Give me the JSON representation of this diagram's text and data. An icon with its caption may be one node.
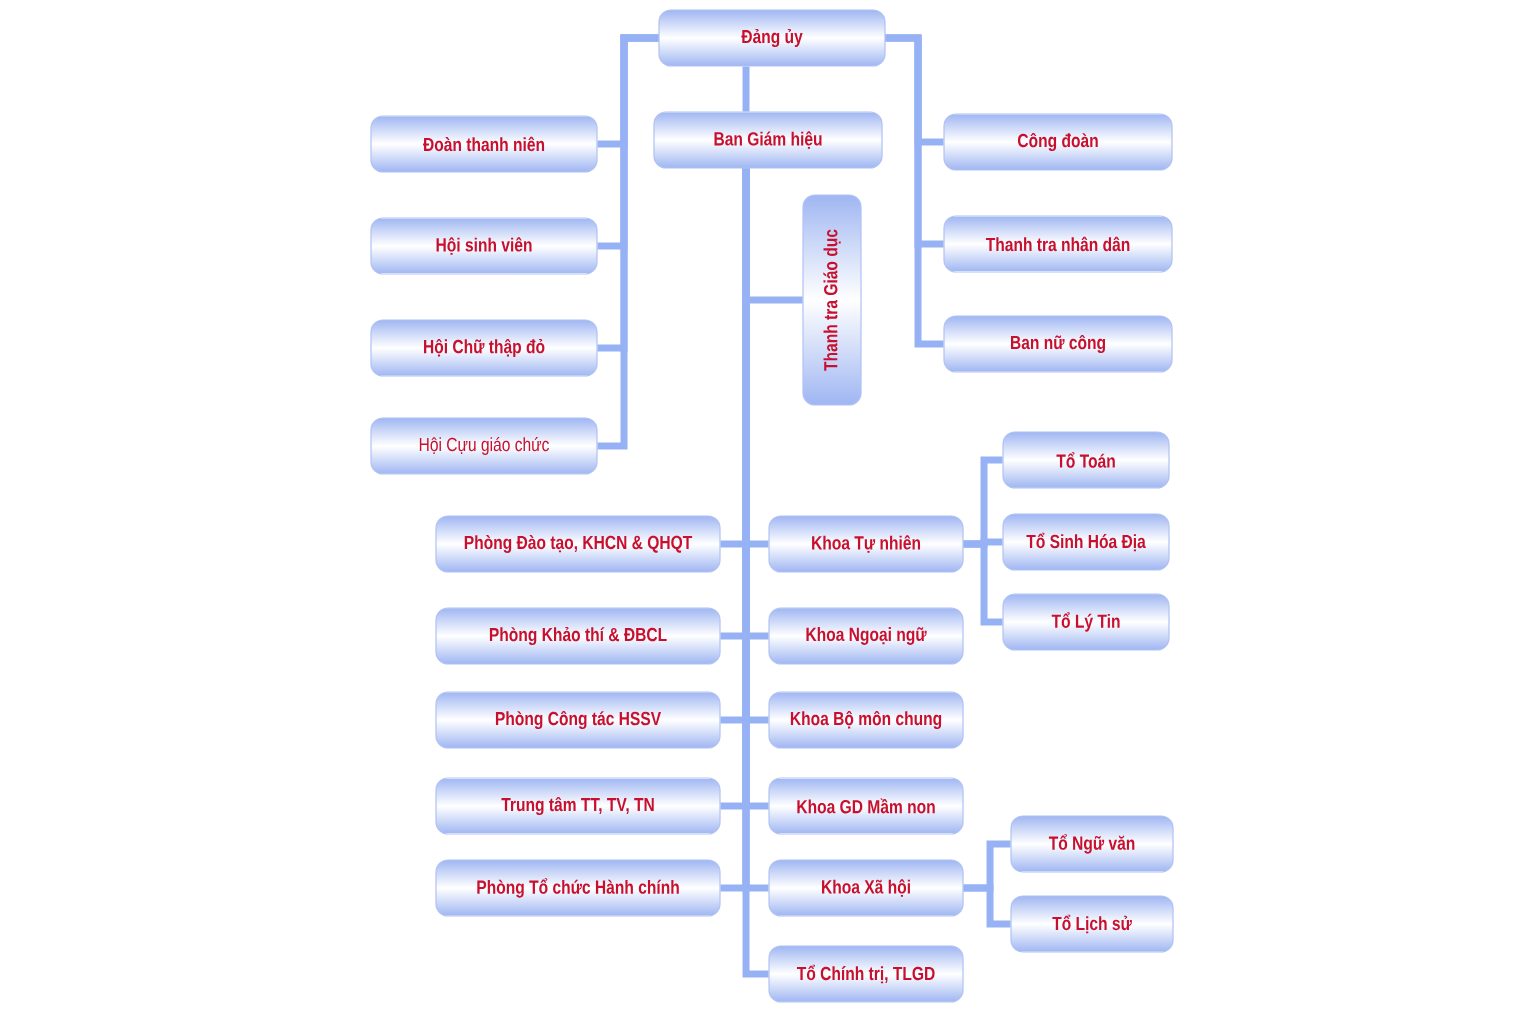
{
  "diagram": {
    "nodes": [
      {
        "text": [
          "Đảng ủy"
        ]
      },
      {
        "text": [
          "Đoàn thanh niên"
        ]
      },
      {
        "text": [
          "Ban Giám hiệu"
        ]
      },
      {
        "text": [
          "Công đoàn"
        ]
      },
      {
        "text": [
          "Hội sinh viên"
        ]
      },
      {
        "text": [
          "Thanh tra nhân dân"
        ]
      },
      {
        "text": [
          "Thanh tra Giáo dục"
        ]
      },
      {
        "text": [
          "Hội Chữ thập đỏ"
        ]
      },
      {
        "text": [
          "Ban nữ công"
        ]
      },
      {
        "text": [
          "Hội Cựu giáo chức"
        ]
      },
      {
        "text": [
          "Tổ Toán"
        ]
      },
      {
        "text": [
          "Phòng Đào tạo, KHCN & QHQT"
        ]
      },
      {
        "text": [
          "Khoa Tự nhiên"
        ]
      },
      {
        "text": [
          "Tổ Sinh Hóa Địa"
        ]
      },
      {
        "text": [
          "Tổ Lý Tin"
        ]
      },
      {
        "text": [
          "Phòng Khảo thí & ĐBCL"
        ]
      },
      {
        "text": [
          "Khoa Ngoại ngữ"
        ]
      },
      {
        "text": [
          "Phòng Công tác HSSV"
        ]
      },
      {
        "text": [
          "Khoa Bộ môn chung"
        ]
      },
      {
        "text": [
          "Trung tâm TT, TV, TN"
        ]
      },
      {
        "text": [
          "Khoa GD Mầm non"
        ]
      },
      {
        "text": [
          "Tổ Ngữ văn"
        ]
      },
      {
        "text": [
          "Phòng Tổ chức Hành chính"
        ]
      },
      {
        "text": [
          "Khoa Xã hội"
        ]
      },
      {
        "text": [
          "Tổ Lịch sử"
        ]
      },
      {
        "text": [
          "Tổ Chính trị, TLGD"
        ]
      }
    ],
    "edges": [
      {
        "from": 0,
        "to": 1,
        "arrow": "none"
      },
      {
        "from": 0,
        "to": 4,
        "arrow": "none"
      },
      {
        "from": 0,
        "to": 7,
        "arrow": "none"
      },
      {
        "from": 0,
        "to": 9,
        "arrow": "none"
      },
      {
        "from": 0,
        "to": 3,
        "arrow": "none"
      },
      {
        "from": 0,
        "to": 5,
        "arrow": "none"
      },
      {
        "from": 0,
        "to": 8,
        "arrow": "none"
      },
      {
        "from": 0,
        "to": 2,
        "arrow": "none"
      },
      {
        "from": 2,
        "to": 6,
        "arrow": "none"
      },
      {
        "from": 2,
        "to": 11,
        "arrow": "none"
      },
      {
        "from": 2,
        "to": 15,
        "arrow": "none"
      },
      {
        "from": 2,
        "to": 17,
        "arrow": "none"
      },
      {
        "from": 2,
        "to": 19,
        "arrow": "none"
      },
      {
        "from": 2,
        "to": 22,
        "arrow": "none"
      },
      {
        "from": 2,
        "to": 12,
        "arrow": "none"
      },
      {
        "from": 2,
        "to": 16,
        "arrow": "none"
      },
      {
        "from": 2,
        "to": 18,
        "arrow": "none"
      },
      {
        "from": 2,
        "to": 20,
        "arrow": "none"
      },
      {
        "from": 2,
        "to": 23,
        "arrow": "none"
      },
      {
        "from": 2,
        "to": 25,
        "arrow": "none"
      },
      {
        "from": 12,
        "to": 10,
        "arrow": "none"
      },
      {
        "from": 12,
        "to": 13,
        "arrow": "none"
      },
      {
        "from": 12,
        "to": 14,
        "arrow": "none"
      },
      {
        "from": 23,
        "to": 21,
        "arrow": "none"
      },
      {
        "from": 23,
        "to": 24,
        "arrow": "none"
      }
    ]
  }
}
